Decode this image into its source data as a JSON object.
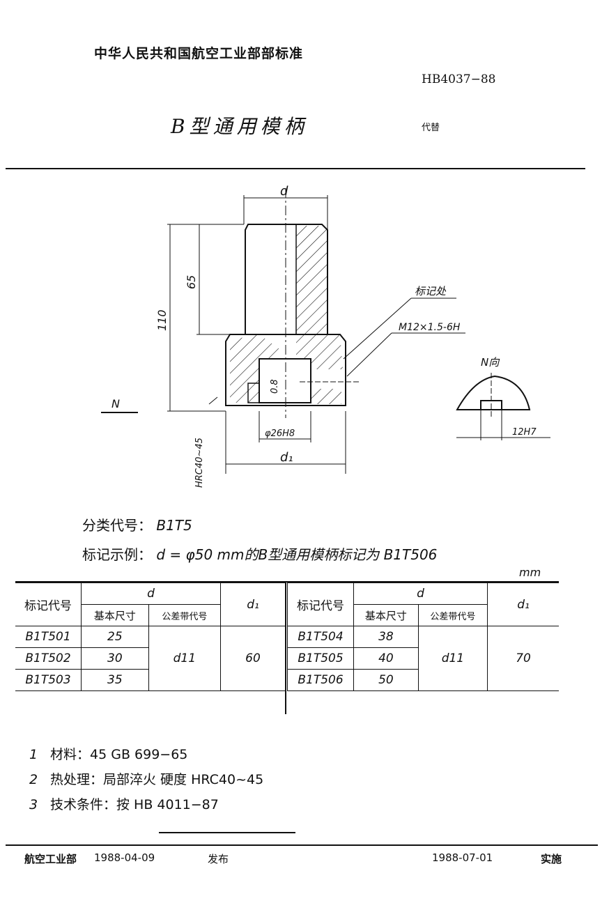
{
  "header": {
    "org": "中华人民共和国航空工业部部标准",
    "std_no": "HB4037−88",
    "title": "B型通用模柄",
    "replaces": "代替"
  },
  "drawing": {
    "dim_d": "d",
    "dim_65": "65",
    "dim_110": "110",
    "dim_d1": "d₁",
    "dim_bore": "φ26H8",
    "dim_08": "0.8",
    "label_mark": "标记处",
    "label_thread": "M12×1.5-6H",
    "label_view": "N向",
    "label_n": "N",
    "label_hrc": "HRC40~45",
    "label_slot": "12H7"
  },
  "classification": {
    "code_label": "分类代号",
    "code_value": "B1T5",
    "example_label": "标记示例",
    "example_text": "d = φ50 mm的B型通用模柄标记为 B1T506"
  },
  "table": {
    "unit": "mm",
    "h_code": "标记代号",
    "h_d": "d",
    "h_basic": "基本尺寸",
    "h_tol": "公差带代号",
    "h_d1": "d₁",
    "left": [
      {
        "code": "B1T501",
        "size": "25"
      },
      {
        "code": "B1T502",
        "size": "30"
      },
      {
        "code": "B1T503",
        "size": "35"
      }
    ],
    "left_tol": "d11",
    "left_d1": "60",
    "right": [
      {
        "code": "B1T504",
        "size": "38"
      },
      {
        "code": "B1T505",
        "size": "40"
      },
      {
        "code": "B1T506",
        "size": "50"
      }
    ],
    "right_tol": "d11",
    "right_d1": "70"
  },
  "notes": [
    {
      "num": "1",
      "text": "材料：45  GB 699−65"
    },
    {
      "num": "2",
      "text": "热处理：局部淬火  硬度 HRC40~45"
    },
    {
      "num": "3",
      "text": "技术条件：按 HB 4011−87"
    }
  ],
  "footer": {
    "issuer": "航空工业部",
    "issue_date": "1988-04-09",
    "issued": "发布",
    "effective_date": "1988-07-01",
    "implemented": "实施"
  }
}
